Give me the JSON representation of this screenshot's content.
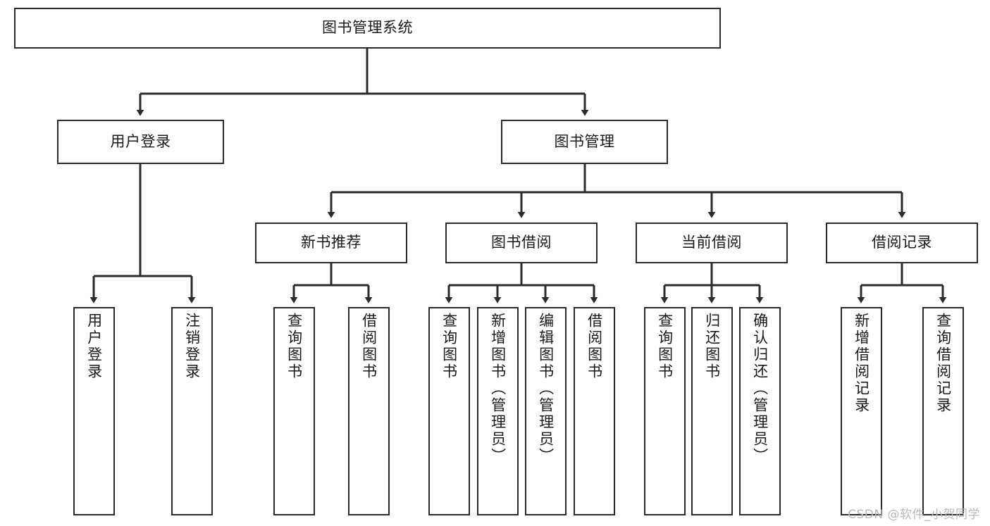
{
  "diagram": {
    "title": "图书管理系统",
    "type": "hierarchy-tree",
    "watermark": "CSDN @软件_小贺同学",
    "colors": {
      "box_border": "#2b2b2b",
      "box_fill": "#ffffff",
      "edge": "#2b2b2b",
      "text": "#1a1a1a",
      "watermark": "#b9b9b9",
      "background": "#ffffff"
    },
    "root": {
      "label": "图书管理系统"
    },
    "level2": [
      {
        "label": "用户登录"
      },
      {
        "label": "图书管理"
      }
    ],
    "level3": [
      {
        "label": "新书推荐"
      },
      {
        "label": "图书借阅"
      },
      {
        "label": "当前借阅"
      },
      {
        "label": "借阅记录"
      }
    ],
    "leaves": {
      "user_login": [
        {
          "label": "用户登录"
        },
        {
          "label": "注销登录"
        }
      ],
      "new_book": [
        {
          "label": "查询图书"
        },
        {
          "label": "借阅图书"
        }
      ],
      "book_borrow": [
        {
          "label": "查询图书"
        },
        {
          "label": "新增图书（管理员）"
        },
        {
          "label": "编辑图书（管理员）"
        },
        {
          "label": "借阅图书"
        }
      ],
      "current_borrow": [
        {
          "label": "查询图书"
        },
        {
          "label": "归还图书"
        },
        {
          "label": "确认归还（管理员）"
        }
      ],
      "borrow_record": [
        {
          "label": "新增借阅记录"
        },
        {
          "label": "查询借阅记录"
        }
      ]
    }
  }
}
